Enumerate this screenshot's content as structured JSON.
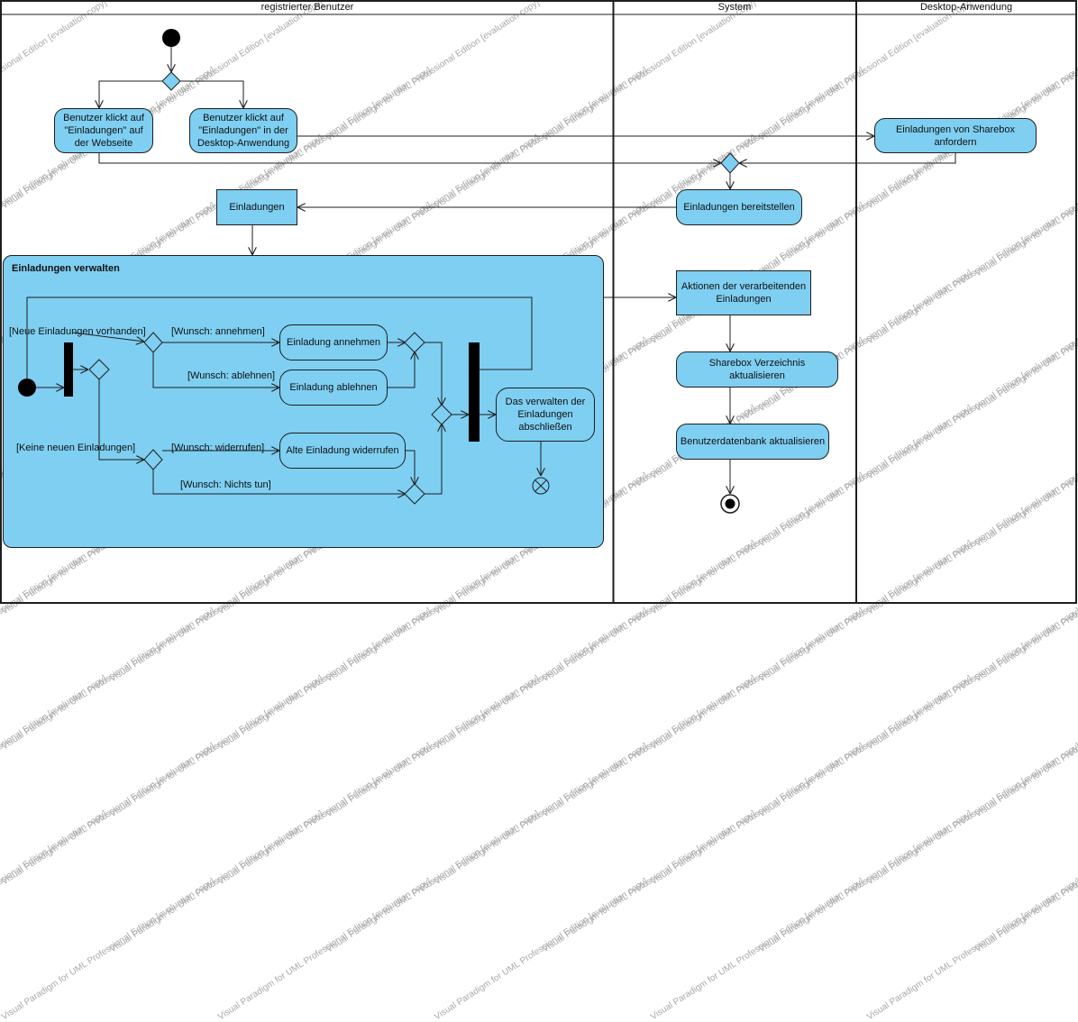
{
  "lanes": [
    {
      "title": "registrierter Benutzer"
    },
    {
      "title": "System"
    },
    {
      "title": "Desktop-Anwendung"
    }
  ],
  "nodes": {
    "click_web": "Benutzer klickt auf\n\"Einladungen\" auf\nder Webseite",
    "click_desktop": "Benutzer klickt auf\n\"Einladungen\" in der\nDesktop-Anwendung",
    "request": "Einladungen von Sharebox\nanfordern",
    "invitations_object": "Einladungen",
    "provide": "Einladungen bereitstellen",
    "actions_object": "Aktionen der verarbeitenden\nEinladungen",
    "update_dir": "Sharebox Verzeichnis\naktualisieren",
    "update_db": "Benutzerdatenbank aktualisieren",
    "accept": "Einladung annehmen",
    "decline": "Einladung ablehnen",
    "revoke": "Alte Einladung widerrufen",
    "finish": "Das verwalten der\nEinladungen\nabschließen"
  },
  "region": {
    "title": "Einladungen verwalten"
  },
  "guards": {
    "new_inv": "[Neue Einladungen vorhanden]",
    "no_new": "[Keine neuen Einladungen]",
    "accept": "[Wunsch: annehmen]",
    "decline": "[Wunsch: ablehnen]",
    "revoke": "[Wunsch: widerrufen]",
    "nothing": "[Wunsch: Nichts tun]"
  },
  "watermark": "Visual Paradigm for UML Professional Edition [evaluation copy]",
  "colors": {
    "fill": "#7ecff2",
    "stroke": "#1e1e1e",
    "watermark": "#a9a9a9"
  }
}
